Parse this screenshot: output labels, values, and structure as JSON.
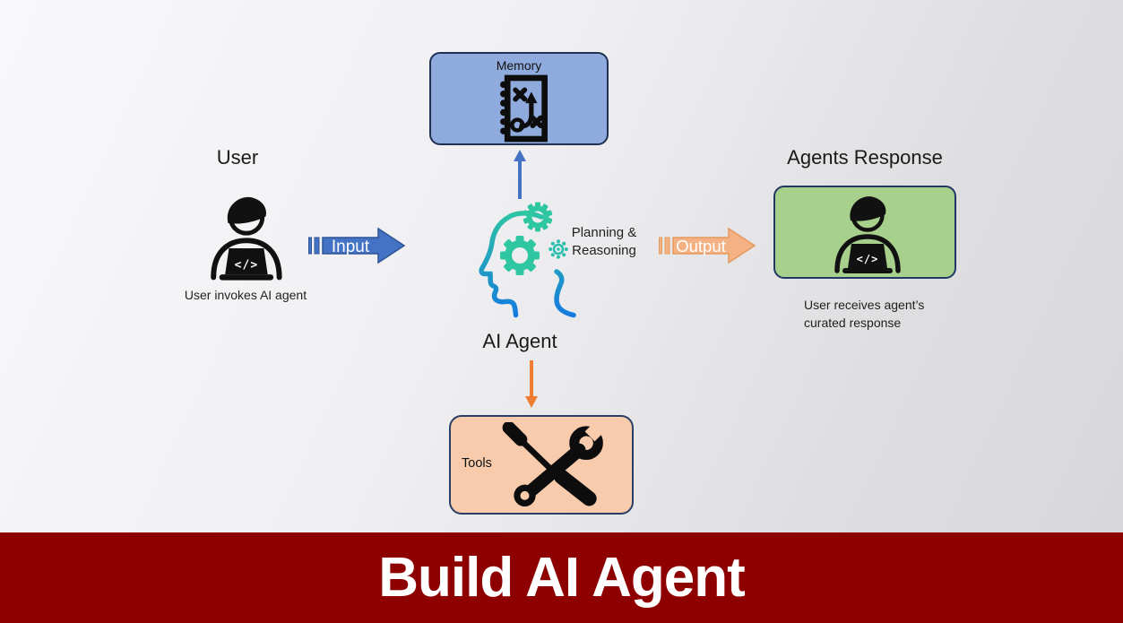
{
  "background": {
    "gradient_start": "#f7f7f9",
    "gradient_end": "#d7d7d9"
  },
  "banner": {
    "title": "Build AI Agent",
    "bg_color": "#8e0000",
    "text_color": "#ffffff"
  },
  "memory": {
    "label": "Memory",
    "fill": "#8faadc",
    "border": "#1f3050",
    "icon": "strategy-notebook-icon"
  },
  "user": {
    "title": "User",
    "caption": "User invokes AI agent",
    "icon": "person-at-laptop-icon",
    "laptop_glyph": "</>"
  },
  "ai_agent": {
    "label": "AI Agent",
    "annotation": [
      "Planning &",
      "Reasoning"
    ],
    "icon": "head-gears-icon",
    "gradient_top": "#2fc7a2",
    "gradient_bottom": "#1479e0"
  },
  "agents_response": {
    "title": "Agents Response",
    "caption": [
      "User receives agent’s",
      "curated response"
    ],
    "fill": "#a8d08d",
    "border": "#1f3864",
    "icon": "person-at-laptop-icon",
    "laptop_glyph": "</>"
  },
  "tools": {
    "label": "Tools",
    "fill": "#f8cbad",
    "border": "#2a3f66",
    "icon": "crossed-tools-icon"
  },
  "arrows": {
    "input": {
      "label": "Input",
      "fill": "#4472c4",
      "stroke": "#2f5496",
      "text_color": "#ffffff"
    },
    "output": {
      "label": "Output",
      "fill": "#f4b183",
      "stroke": "#e49a5d",
      "text_color": "#ffffff"
    },
    "to_memory": {
      "color": "#4472c4"
    },
    "to_tools": {
      "color": "#ed7d31"
    }
  }
}
